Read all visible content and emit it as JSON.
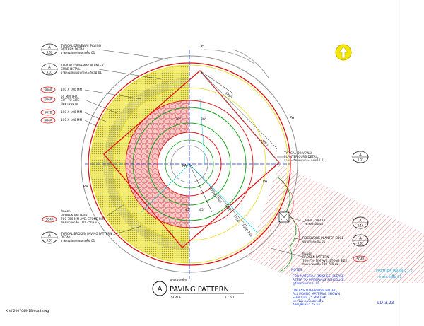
{
  "drawing": {
    "title": "PAVING PATTERN",
    "title_thai": "ลวดลายพื้น",
    "scale_label": "SCALE",
    "scale_value": "1 : 60",
    "section_letter": "A",
    "xref": "Xref 2007049-1B-cca3.dwg",
    "drawing_no": "LD-3.23",
    "sheet_title": "FEATURE PAVING 1.2",
    "sheet_title_thai": "ลวดลายพื้น 01",
    "north_label": "E"
  },
  "callouts_left": [
    {
      "tag": "A",
      "ref": "3.02",
      "lines": [
        "TYPICAL DRIVEWAY PAVING",
        "PATTERN DETAIL",
        "รายละเอียดลวดลายพื้น 01"
      ]
    },
    {
      "tag": "A",
      "ref": "3.03",
      "lines": [
        "TYPICAL DRIVEWAY PLANTER",
        "CURB DETAIL",
        "รายละเอียดขอบกระบะต้นไม้ 01"
      ]
    },
    {
      "tag": "SO6A",
      "ref": "",
      "lines": [
        "100 X 100 MM"
      ]
    },
    {
      "tag": "SO6A",
      "ref": "",
      "lines": [
        "50 MM THK.",
        "CUT TO SIZE",
        "ตัดตามขนาด"
      ]
    },
    {
      "tag": "SO2B",
      "ref": "",
      "lines": [
        "100 X 100 MM"
      ]
    },
    {
      "tag": "SO6A",
      "ref": "",
      "lines": [
        "100 X 100 MM"
      ]
    }
  ],
  "callouts_bottom_left": [
    {
      "tag": "SO4A",
      "ref": "",
      "lines": [
        "หินแตก",
        "BROKEN PATTERN",
        "700-750 MM AVE. STONE SIZE",
        "หินขนาดเฉลี่ย 700-750 มม."
      ]
    },
    {
      "tag": "A",
      "ref": "3.01",
      "lines": [
        "TYPICAL BROKEN PAVING PATTERN",
        "DETAIL",
        "รายละเอียดลวดลายพื้น 01"
      ]
    }
  ],
  "callouts_right": [
    {
      "tag": "A",
      "ref": "3.03",
      "lines": [
        "TYPICAL DRIVEWAY",
        "PLANTER CURB DETAIL",
        "รายละเอียดขอบกระบะต้นไม้ 01"
      ]
    },
    {
      "tag": "A",
      "ref": "3.16",
      "lines": [
        "PIER 3 DETAIL",
        "รายละเอียดเสา"
      ]
    },
    {
      "tag": "A",
      "ref": "3.03",
      "lines": [
        "ROCKWORK PLANTER EDGE",
        "ขอบกระบะหิน 01"
      ]
    },
    {
      "tag": "SO4A",
      "ref": "",
      "lines": [
        "หินแตก",
        "BROKEN PATTERN",
        "700-750 MM AVE. STONE SIZE",
        "หินขนาดเฉลี่ย 700-750 มม."
      ]
    }
  ],
  "notes": {
    "heading": "NOTES:",
    "lines": [
      "FOR MATERIAL FINISHES, PLEASE",
      "REFER TO MATERIALS SCHEDULE",
      "ดูวัสดุตามตาราง 01",
      "",
      "UNLESS OTHERWISE NOTED,",
      "ALL PAVING MATERIAL SHOWN",
      "SHALL BE 75 MM THK.",
      "หากไม่ระบุเป็นอย่างอื่น",
      "วัสดุปูพื้นหนา 75 มม."
    ]
  },
  "plan_labels": {
    "pa": [
      "PA",
      "PA",
      "PA",
      "PA"
    ],
    "dims": [
      "3890",
      "3890",
      "R2500",
      "1850",
      "2250",
      "1500",
      "1500",
      "750"
    ],
    "angles": [
      "30°",
      "30°",
      "45°",
      "45°"
    ]
  },
  "colors": {
    "red": "#e01010",
    "green": "#1aa01a",
    "yellow": "#e8d800",
    "blue": "#1a3ad8",
    "cyan": "#00c8d8",
    "hatch_gray": "#8a8a8a",
    "stone_pink": "#f4b8b8",
    "black": "#111111"
  }
}
